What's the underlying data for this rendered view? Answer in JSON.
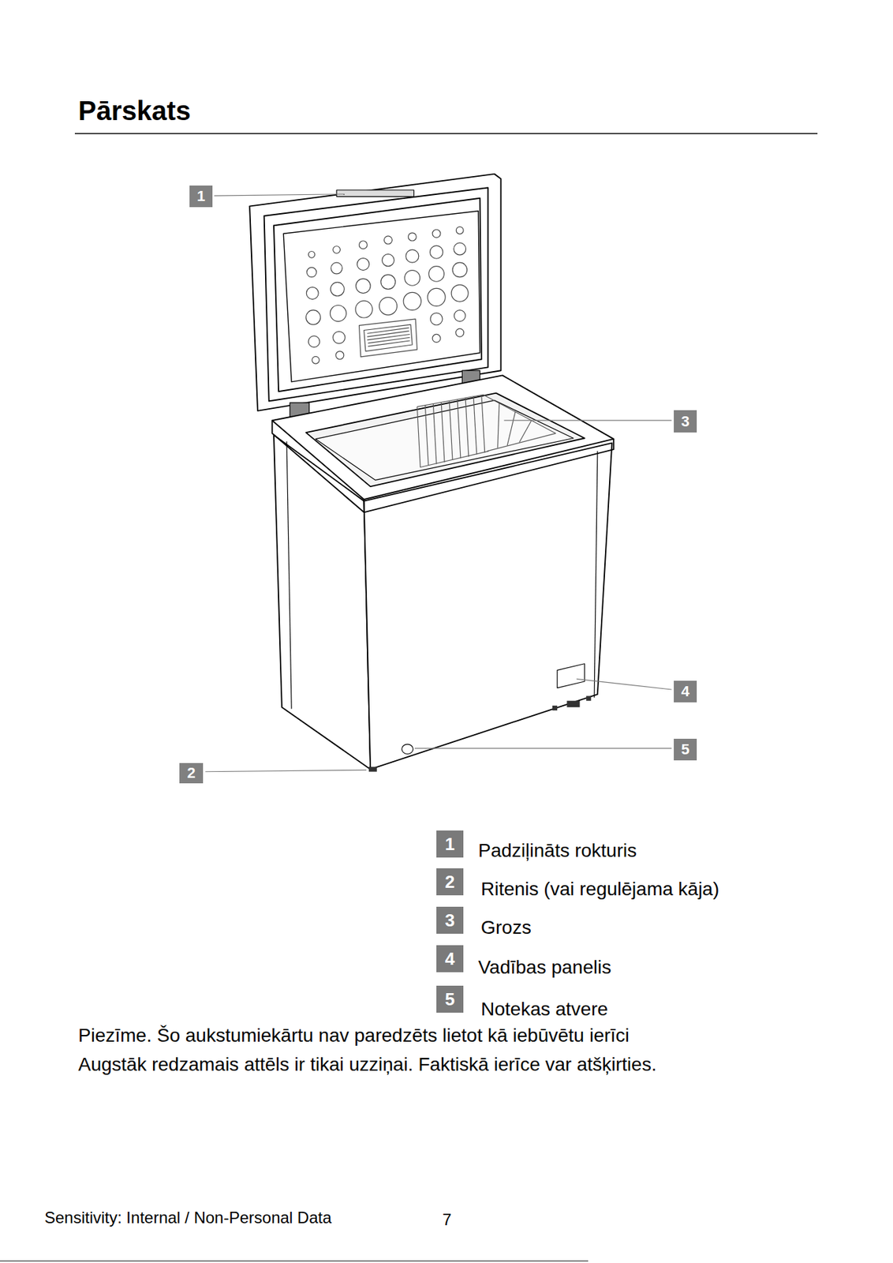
{
  "diagram": {
    "title": "Pārskats",
    "labels": [
      "1",
      "3",
      "4",
      "5",
      "2",
      "1",
      "Padziļināts rokturis",
      "2",
      "Ritenis (vai regulējama kāja)",
      "3",
      "Grozs",
      "4",
      "Vadības panelis",
      "5",
      "Notekas atvere",
      "Piezīme. Šo aukstumiekārtu nav paredzēts lietot kā iebūvētu ierīci",
      "Augstāk redzamais attēls ir tikai uzziņai. Faktiskā ierīce var atšķirties.",
      "Sensitivity: Internal / Non-Personal Data",
      "7"
    ]
  }
}
